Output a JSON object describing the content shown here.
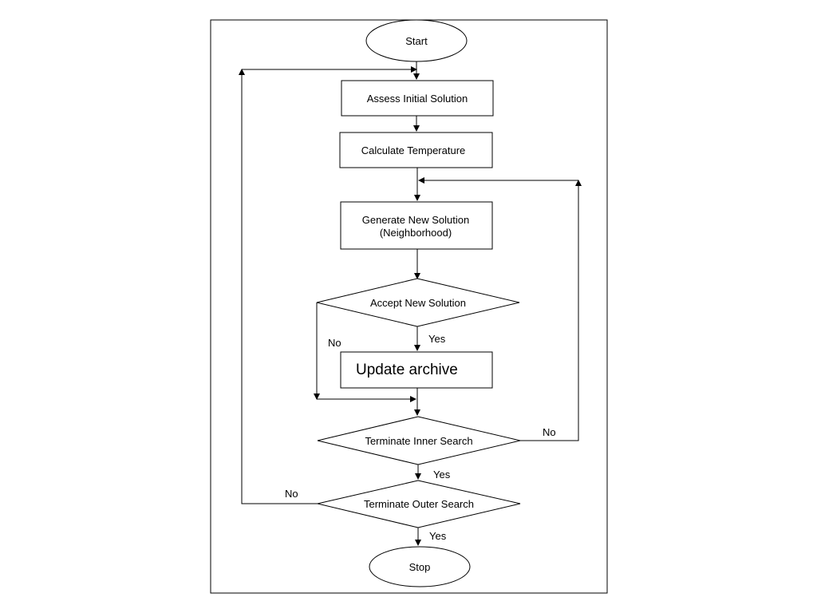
{
  "nodes": {
    "start": {
      "label": "Start"
    },
    "assess": {
      "label": "Assess Initial Solution"
    },
    "calc": {
      "label": "Calculate Temperature"
    },
    "generate": {
      "line1": "Generate New Solution",
      "line2": "(Neighborhood)"
    },
    "accept": {
      "label": "Accept New Solution"
    },
    "update": {
      "label": "Update archive"
    },
    "inner": {
      "label": "Terminate Inner Search"
    },
    "outer": {
      "label": "Terminate Outer Search"
    },
    "stop": {
      "label": "Stop"
    }
  },
  "edges": {
    "accept_no": "No",
    "accept_yes": "Yes",
    "inner_no": "No",
    "inner_yes": "Yes",
    "outer_no": "No",
    "outer_yes": "Yes"
  }
}
